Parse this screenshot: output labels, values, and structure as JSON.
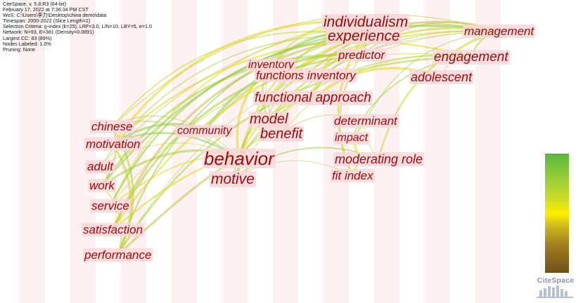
{
  "info_lines": [
    "CiteSpace, v. 5.8.R3 (64-bit)",
    "February 17, 2022 at 7:36:34 PM CST",
    "WoS: C:\\Users\\李力\\Desktop\\china demo\\data",
    "Timespan: 2000-2022 (Slice Length=1)",
    "Selection Criteria: g-index (k=25), LRF=3.0, L/N=10, LBY=5, e=1.0",
    "Network: N=93, E=381 (Density=0.0891)",
    "Largest CC: 83 (89%)",
    "Nodes Labeled: 1.0%",
    "Pruning: None"
  ],
  "keywords": [
    {
      "id": "individualism",
      "label": "individualism"
    },
    {
      "id": "experience",
      "label": "experience"
    },
    {
      "id": "management",
      "label": "management"
    },
    {
      "id": "predictor",
      "label": "predictor"
    },
    {
      "id": "engagement",
      "label": "engagement"
    },
    {
      "id": "inventory",
      "label": "inventory"
    },
    {
      "id": "functions-inventory",
      "label": "functions inventory"
    },
    {
      "id": "adolescent",
      "label": "adolescent"
    },
    {
      "id": "functional-approach",
      "label": "functional approach"
    },
    {
      "id": "determinant",
      "label": "determinant"
    },
    {
      "id": "model",
      "label": "model"
    },
    {
      "id": "chinese",
      "label": "chinese"
    },
    {
      "id": "community",
      "label": "community"
    },
    {
      "id": "benefit",
      "label": "benefit"
    },
    {
      "id": "impact",
      "label": "impact"
    },
    {
      "id": "motivation",
      "label": "motivation"
    },
    {
      "id": "behavior",
      "label": "behavior"
    },
    {
      "id": "moderating-role",
      "label": "moderating role"
    },
    {
      "id": "adult",
      "label": "adult"
    },
    {
      "id": "motive",
      "label": "motive"
    },
    {
      "id": "fit-index",
      "label": "fit index"
    },
    {
      "id": "work",
      "label": "work"
    },
    {
      "id": "service",
      "label": "service"
    },
    {
      "id": "satisfaction",
      "label": "satisfaction"
    },
    {
      "id": "performance",
      "label": "performance"
    }
  ],
  "links": [
    [
      "behavior",
      "management"
    ],
    [
      "behavior",
      "engagement"
    ],
    [
      "behavior",
      "individualism"
    ],
    [
      "behavior",
      "experience"
    ],
    [
      "motive",
      "management"
    ],
    [
      "motive",
      "experience"
    ],
    [
      "community",
      "management"
    ],
    [
      "community",
      "predictor"
    ],
    [
      "chinese",
      "management"
    ],
    [
      "chinese",
      "experience"
    ],
    [
      "motivation",
      "engagement"
    ],
    [
      "motivation",
      "individualism"
    ],
    [
      "adult",
      "management"
    ],
    [
      "adult",
      "experience"
    ],
    [
      "work",
      "management"
    ],
    [
      "work",
      "predictor"
    ],
    [
      "service",
      "engagement"
    ],
    [
      "service",
      "individualism"
    ],
    [
      "satisfaction",
      "management"
    ],
    [
      "satisfaction",
      "experience"
    ],
    [
      "performance",
      "management"
    ],
    [
      "performance",
      "individualism"
    ],
    [
      "performance",
      "engagement"
    ],
    [
      "model",
      "management"
    ],
    [
      "benefit",
      "engagement"
    ],
    [
      "functional-approach",
      "experience"
    ],
    [
      "functions-inventory",
      "management"
    ],
    [
      "inventory",
      "experience"
    ],
    [
      "determinant",
      "management"
    ],
    [
      "impact",
      "engagement"
    ],
    [
      "moderating-role",
      "management"
    ],
    [
      "fit-index",
      "experience"
    ],
    [
      "adolescent",
      "management"
    ],
    [
      "predictor",
      "management"
    ],
    [
      "engagement",
      "management"
    ],
    [
      "behavior",
      "motive"
    ],
    [
      "behavior",
      "model"
    ],
    [
      "behavior",
      "benefit"
    ],
    [
      "behavior",
      "functional-approach"
    ],
    [
      "behavior",
      "inventory"
    ],
    [
      "behavior",
      "community"
    ],
    [
      "behavior",
      "chinese"
    ],
    [
      "behavior",
      "motivation"
    ],
    [
      "behavior",
      "work"
    ],
    [
      "behavior",
      "adult"
    ],
    [
      "behavior",
      "service"
    ],
    [
      "behavior",
      "satisfaction"
    ],
    [
      "behavior",
      "performance"
    ],
    [
      "motive",
      "fit-index"
    ],
    [
      "motive",
      "moderating-role"
    ],
    [
      "chinese",
      "performance"
    ],
    [
      "motivation",
      "performance"
    ],
    [
      "adult",
      "satisfaction"
    ],
    [
      "work",
      "performance"
    ],
    [
      "chinese",
      "work"
    ],
    [
      "model",
      "inventory"
    ],
    [
      "benefit",
      "inventory"
    ],
    [
      "functional-approach",
      "predictor"
    ],
    [
      "determinant",
      "impact"
    ],
    [
      "impact",
      "fit-index"
    ],
    [
      "moderating-role",
      "determinant"
    ],
    [
      "individualism",
      "experience"
    ],
    [
      "experience",
      "predictor"
    ],
    [
      "community",
      "motivation"
    ],
    [
      "community",
      "chinese"
    ],
    [
      "model",
      "functions-inventory"
    ],
    [
      "inventory",
      "individualism"
    ],
    [
      "functional-approach",
      "adolescent"
    ],
    [
      "benefit",
      "determinant"
    ],
    [
      "fit-index",
      "predictor"
    ],
    [
      "service",
      "experience"
    ],
    [
      "satisfaction",
      "predictor"
    ]
  ]
}
